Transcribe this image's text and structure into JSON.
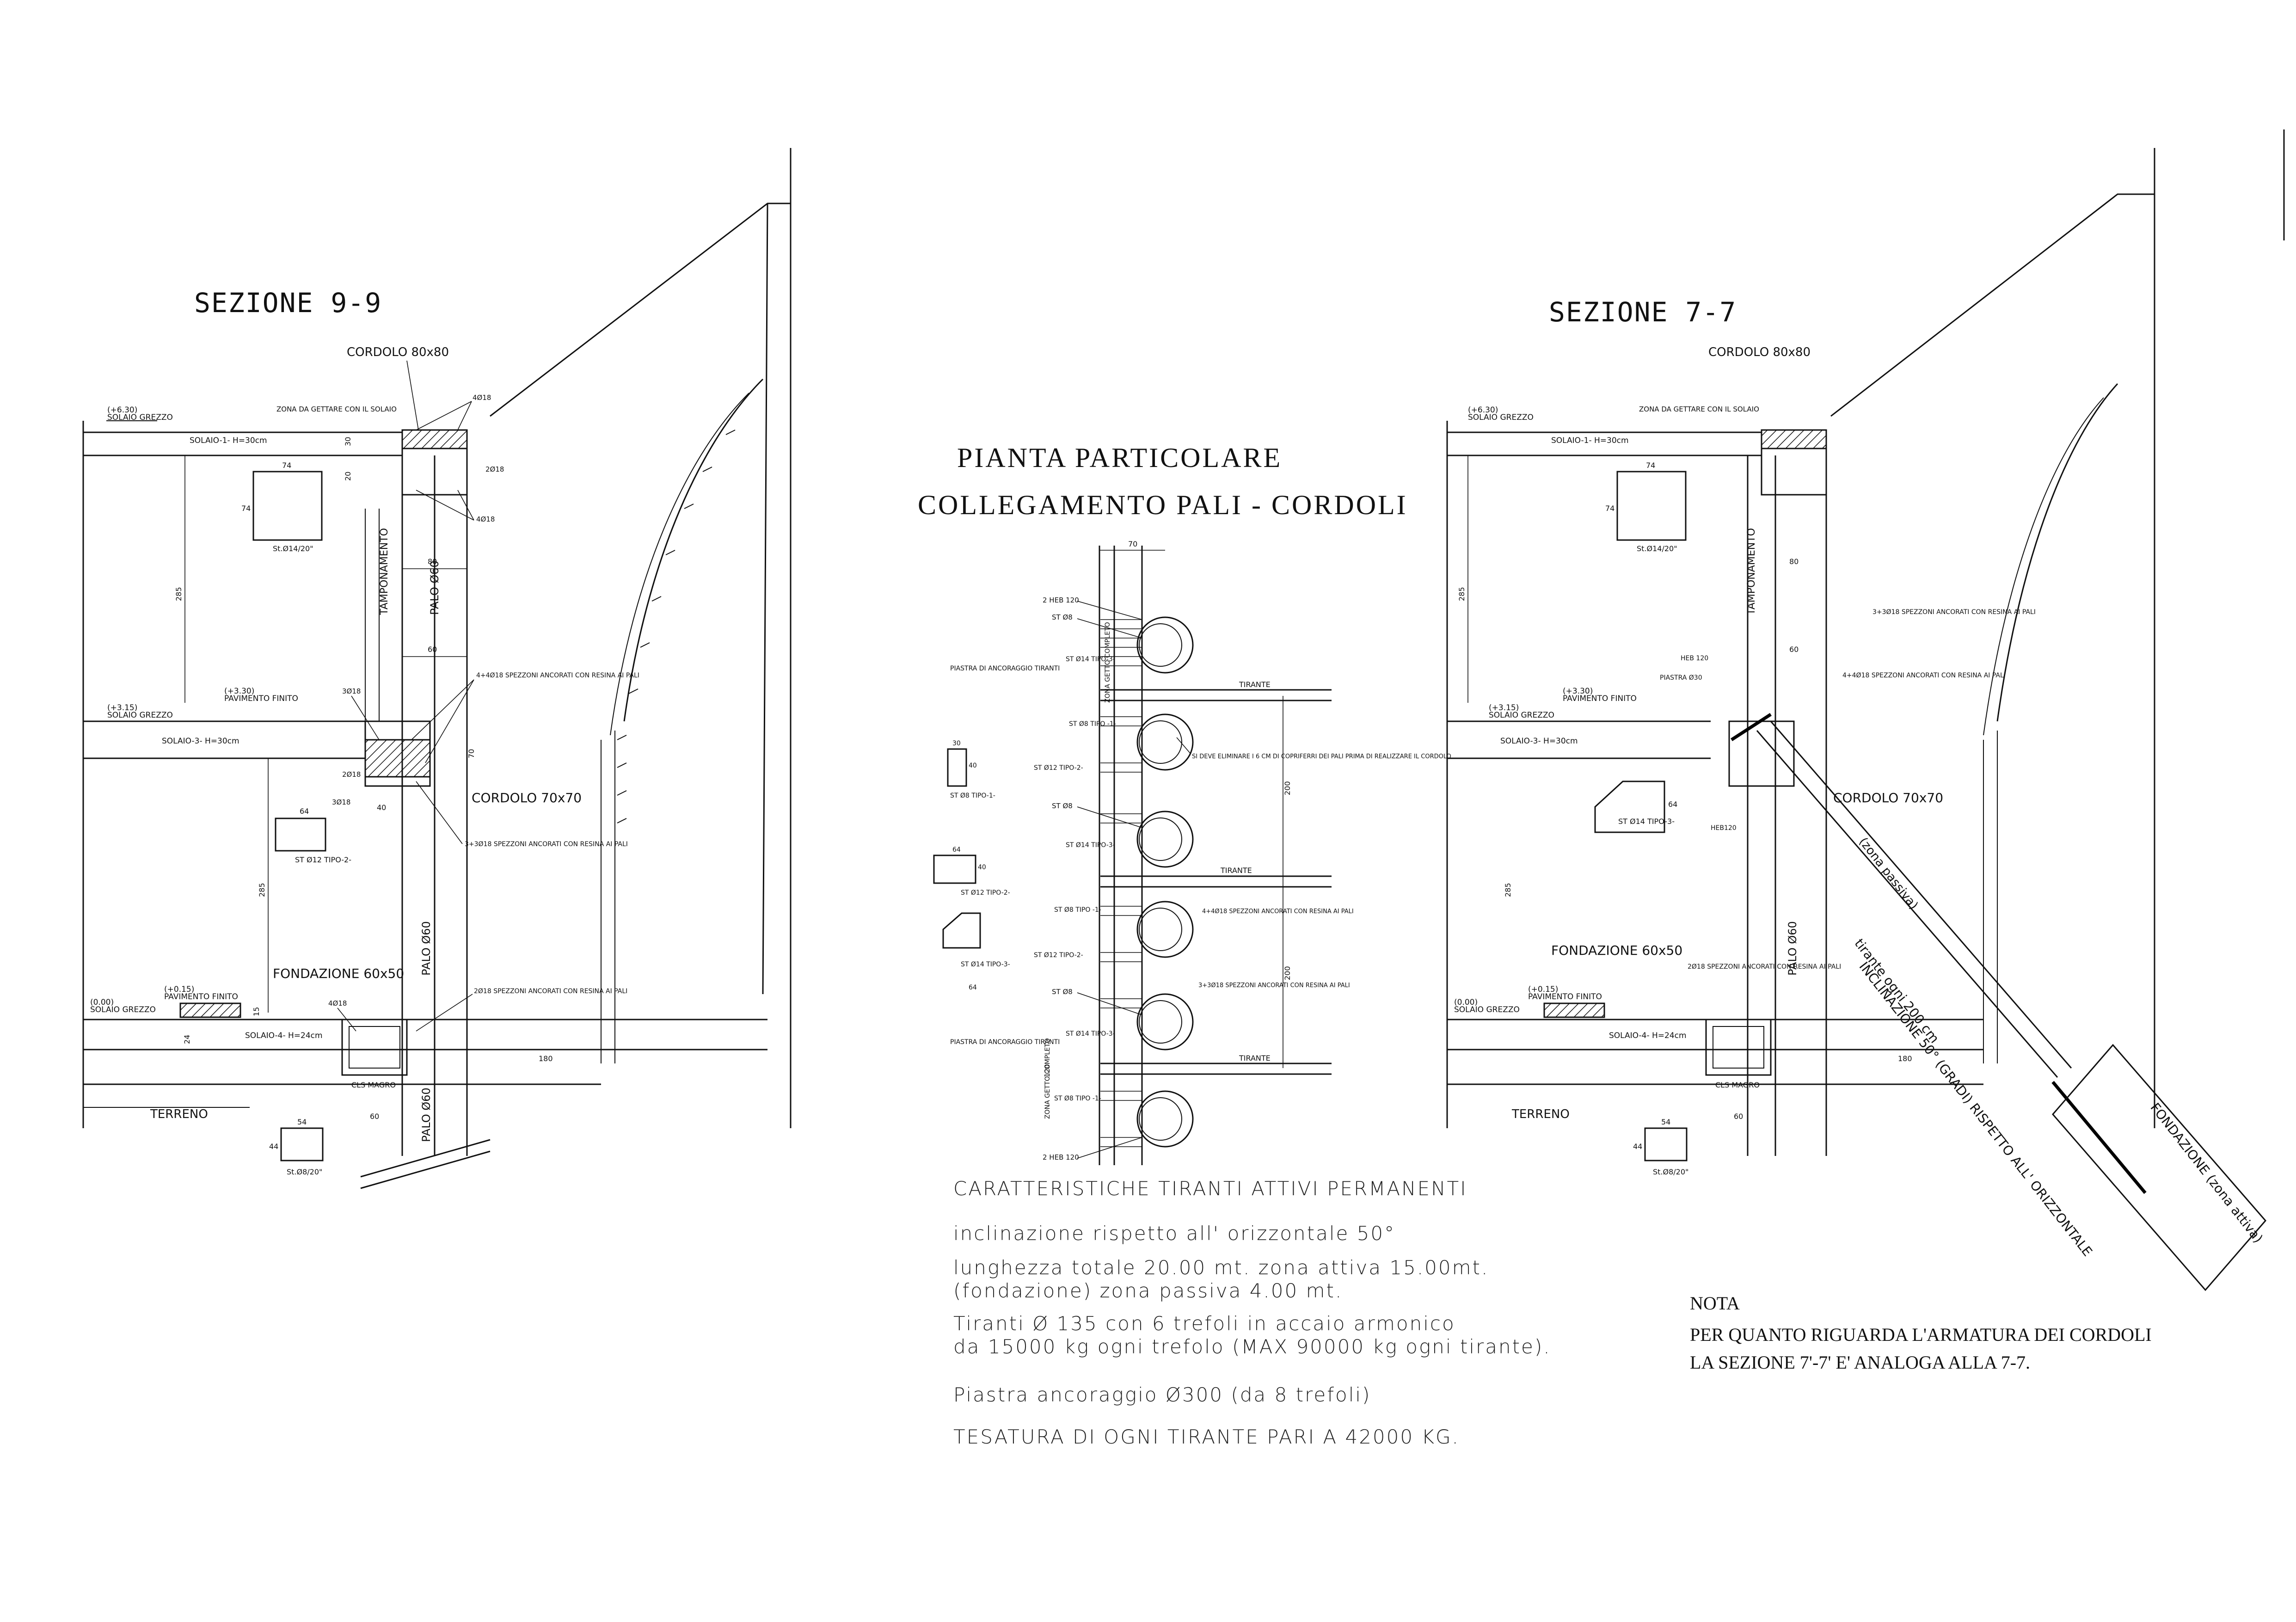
{
  "section_9_9": {
    "title": "SEZIONE 9-9",
    "labels": {
      "cordolo_top": "CORDOLO 80x80",
      "zona_gettare": "ZONA DA GETTARE CON IL SOLAIO",
      "solaio_grezzo_top_level": "(+6.30)",
      "solaio_grezzo_top": "SOLAIO GREZZO",
      "solaio1": "SOLAIO-1- H=30cm",
      "st14": "St.Ø14/20\"",
      "tamponamento": "TAMPONAMENTO",
      "palo60_a": "PALO Ø60",
      "palo60_b": "PALO Ø60",
      "palo60_c": "PALO Ø60",
      "pav_finito_level": "(+3.30)",
      "pav_finito": "PAVIMENTO FINITO",
      "solaio_grezzo_mid_level": "(+3.15)",
      "solaio_grezzo_mid": "SOLAIO GREZZO",
      "solaio3": "SOLAIO-3- H=30cm",
      "spezzoni_a": "4+4Ø18 SPEZZONI ANCORATI CON RESINA AI PALI",
      "cordolo_mid": "CORDOLO 70x70",
      "spezzoni_b": "3+3Ø18 SPEZZONI ANCORATI CON RESINA AI PALI",
      "st12": "ST Ø12 TIPO-2-",
      "fondazione": "FONDAZIONE 60x50",
      "solaio_grezzo_low_level": "(0.00)",
      "solaio_grezzo_low": "SOLAIO GREZZO",
      "pav_finito_low_level": "(+0.15)",
      "pav_finito_low": "PAVIMENTO FINITO",
      "solaio4": "SOLAIO-4- H=24cm",
      "cls_magro": "CLS MAGRO",
      "terreno": "TERRENO",
      "st8": "St.Ø8/20\"",
      "spezzoni_c": "2Ø18 SPEZZONI ANCORATI CON RESINA AI PALI",
      "bars_4d18": "4Ø18",
      "bars_2d18": "2Ø18",
      "bars_3d18": "3Ø18"
    },
    "dims": {
      "d74a": "74",
      "d74b": "74",
      "d30": "30",
      "d20": "20",
      "d80": "80",
      "d285a": "285",
      "d60": "60",
      "d70": "70",
      "d40": "40",
      "d64": "64",
      "d285b": "285",
      "d15": "15",
      "d24": "24",
      "d180": "180",
      "d54": "54",
      "d44": "44"
    }
  },
  "plan": {
    "title_line1": "PIANTA PARTICOLARE",
    "title_line2": "COLLEGAMENTO PALI - CORDOLI",
    "labels": {
      "d70": "70",
      "heb_top": "2 HEB 120",
      "st8_a": "ST Ø8",
      "piastra_top": "PIASTRA DI ANCORAGGIO TIRANTI",
      "st14_a": "ST Ø14 TIPO-3-",
      "st8_tipo1_a": "ST Ø8 TIPO -1-",
      "tirante_a": "TIRANTE",
      "si_deve": "SI DEVE ELIMINARE I 6 CM DI COPRIFERRI DEI PALI PRIMA DI REALIZZARE IL CORDOLO",
      "st12_a": "ST Ø12 TIPO-2-",
      "zona_getto_1": "ZONA GETTO COMPLETO",
      "st8_b": "ST Ø8",
      "st14_b": "ST Ø14 TIPO-3-",
      "tirante_b": "TIRANTE",
      "st8_tipo1_b": "ST Ø8 TIPO -1-",
      "spezzoni_4": "4+4Ø18 SPEZZONI ANCORATI CON RESINA AI PALI",
      "st12_b": "ST Ø12 TIPO-2-",
      "spezzoni_3": "3+3Ø18 SPEZZONI ANCORATI CON RESINA AI PALI",
      "st8_c": "ST Ø8",
      "piastra_bottom": "PIASTRA DI ANCORAGGIO TIRANTI",
      "st14_c": "ST Ø14 TIPO-3-",
      "tirante_c": "TIRANTE",
      "st8_tipo1_c": "ST Ø8 TIPO -1-",
      "zona_getto_2": "ZONA GETTO COMPLETO",
      "heb_bottom": "2 HEB 120",
      "d200a": "200",
      "d200b": "200",
      "d120": "120",
      "st8_tipo1_key": "ST Ø8 TIPO-1-",
      "st12_tipo2_key": "ST Ø12 TIPO-2-",
      "st14_tipo3_key": "ST Ø14 TIPO-3-",
      "key_d30": "30",
      "key_d40": "40",
      "key_d64a": "64",
      "key_d40b": "40",
      "key_d64b": "64"
    }
  },
  "section_7_7": {
    "title": "SEZIONE 7-7",
    "labels": {
      "cordolo_top": "CORDOLO 80x80",
      "zona_gettare": "ZONA DA GETTARE CON IL SOLAIO",
      "solaio_grezzo_top_level": "(+6.30)",
      "solaio_grezzo_top": "SOLAIO GREZZO",
      "solaio1": "SOLAIO-1- H=30cm",
      "st14": "St.Ø14/20\"",
      "tamponamento": "TAMPONAMENTO",
      "spezzoni_a": "3+3Ø18 SPEZZONI ANCORATI CON RESINA AI PALI",
      "heb": "HEB 120",
      "piastra": "PIASTRA Ø30",
      "spezzoni_b": "4+4Ø18 SPEZZONI ANCORATI CON RESINA AI PALI",
      "pav_finito_level": "(+3.30)",
      "pav_finito": "PAVIMENTO FINITO",
      "solaio_grezzo_mid_level": "(+3.15)",
      "solaio_grezzo_mid": "SOLAIO GREZZO",
      "solaio3": "SOLAIO-3- H=30cm",
      "cordolo_mid": "CORDOLO 70x70",
      "st14_tipo3": "ST Ø14 TIPO-3-",
      "heb_low": "HEB120",
      "zona_passiva": "(zona passiva)",
      "tirante_ogni": "tirante ogni 200 cm",
      "inclinazione": "INCLINAZIONE 50° (GRADI) RISPETTO ALL' ORIZZONTALE",
      "fondazione_zona": "FONDAZIONE (zona attiva)",
      "fondazione": "FONDAZIONE 60x50",
      "spezzoni_c": "2Ø18 SPEZZONI ANCORATI CON RESINA AI PALI",
      "palo60": "PALO Ø60",
      "solaio_grezzo_low_level": "(0.00)",
      "solaio_grezzo_low": "SOLAIO GREZZO",
      "pav_finito_low_level": "(+0.15)",
      "pav_finito_low": "PAVIMENTO FINITO",
      "solaio4": "SOLAIO-4- H=24cm",
      "cls_magro": "CLS MAGRO",
      "terreno": "TERRENO",
      "st8": "St.Ø8/20\"",
      "d180": "180",
      "d285a": "285",
      "d285b": "285",
      "d74a": "74",
      "d74b": "74",
      "d60a": "60",
      "d60b": "60",
      "d80": "80",
      "d64": "64",
      "d54": "54",
      "d44": "44"
    }
  },
  "characteristics": {
    "heading": "CARATTERISTICHE TIRANTI ATTIVI PERMANENTI",
    "line1": "inclinazione rispetto all' orizzontale 50°",
    "line2": "lunghezza totale 20.00 mt. zona attiva 15.00mt.",
    "line3": "(fondazione) zona passiva 4.00 mt.",
    "line4": "Tiranti Ø 135 con 6 trefoli in accaio armonico",
    "line5": "da 15000 kg ogni trefolo (MAX 90000 kg ogni tirante).",
    "line6": "Piastra ancoraggio Ø300 (da 8 trefoli)",
    "line7": "TESATURA DI OGNI TIRANTE PARI A 42000 KG."
  },
  "note": {
    "heading": "NOTA",
    "line1": "PER QUANTO RIGUARDA L'ARMATURA DEI CORDOLI",
    "line2": "LA SEZIONE 7'-7' E' ANALOGA ALLA 7-7."
  }
}
